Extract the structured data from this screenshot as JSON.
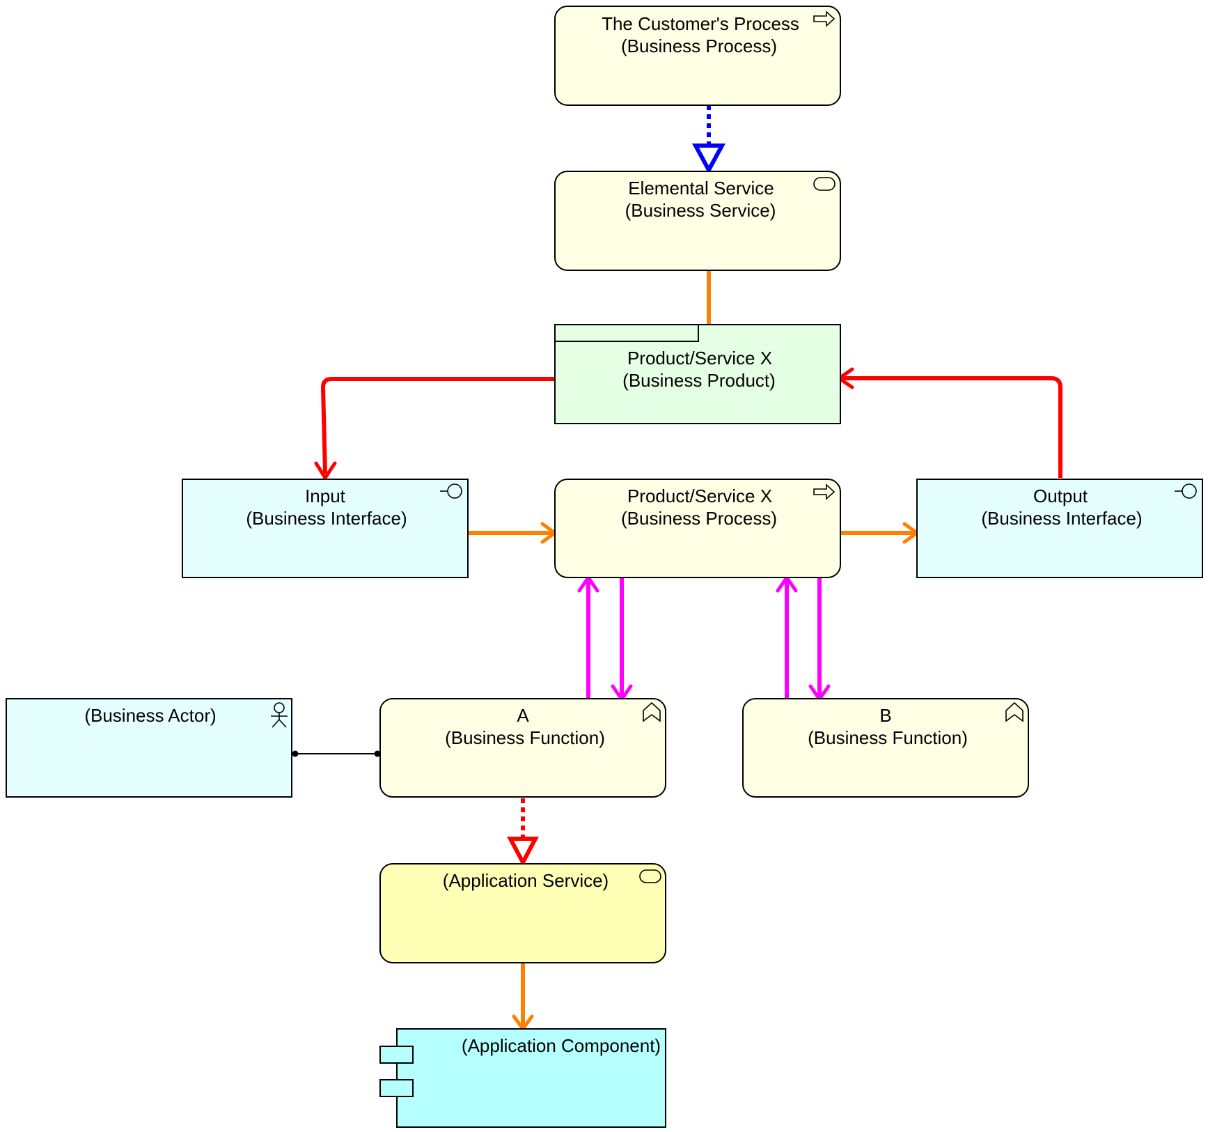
{
  "diagram": {
    "type": "ArchiMate",
    "elements": {
      "customer_process": {
        "name": "The Customer's Process",
        "type_label": "(Business Process)",
        "fill": "#FFFFE5",
        "icon": "process-arrow-icon"
      },
      "elemental_service": {
        "name": "Elemental Service",
        "type_label": "(Business Service)",
        "fill": "#FFFFE5",
        "icon": "service-pill-icon"
      },
      "product_service": {
        "name": "Product/Service X",
        "type_label": "(Business Product)",
        "fill": "#E5FFE5",
        "icon": "product-tab-icon"
      },
      "input_interface": {
        "name": "Input",
        "type_label": "(Business Interface)",
        "fill": "#E5FFFF",
        "icon": "interface-lollipop-icon"
      },
      "product_process": {
        "name": "Product/Service X",
        "type_label": "(Business Process)",
        "fill": "#FFFFE5",
        "icon": "process-arrow-icon"
      },
      "output_interface": {
        "name": "Output",
        "type_label": "(Business Interface)",
        "fill": "#E5FFFF",
        "icon": "interface-lollipop-icon"
      },
      "business_actor": {
        "name": "",
        "type_label": "(Business Actor)",
        "fill": "#E5FFFF",
        "icon": "actor-stick-figure-icon"
      },
      "function_a": {
        "name": "A",
        "type_label": "(Business Function)",
        "fill": "#FFFFE5",
        "icon": "function-chevron-icon"
      },
      "function_b": {
        "name": "B",
        "type_label": "(Business Function)",
        "fill": "#FFFFE5",
        "icon": "function-chevron-icon"
      },
      "app_service": {
        "name": "",
        "type_label": "(Application Service)",
        "fill": "#FFFFB5",
        "icon": "service-pill-icon"
      },
      "app_component": {
        "name": "",
        "type_label": "(Application Component)",
        "fill": "#B5FFFF",
        "icon": "component-icon"
      }
    },
    "relations": [
      {
        "from": "customer_process",
        "to": "elemental_service",
        "kind": "realization",
        "color": "#0000FF"
      },
      {
        "from": "elemental_service",
        "to": "product_service",
        "kind": "assignment",
        "color": "#FF7F00"
      },
      {
        "from": "product_service",
        "to": "input_interface",
        "kind": "triggering",
        "color": "#FF0000"
      },
      {
        "from": "output_interface",
        "to": "product_service",
        "kind": "triggering",
        "color": "#FF0000"
      },
      {
        "from": "input_interface",
        "to": "product_process",
        "kind": "serving",
        "color": "#FF7F00"
      },
      {
        "from": "product_process",
        "to": "output_interface",
        "kind": "serving",
        "color": "#FF7F00"
      },
      {
        "from": "function_a",
        "to": "product_process",
        "kind": "flow",
        "color": "#FF00FF"
      },
      {
        "from": "product_process",
        "to": "function_a",
        "kind": "flow",
        "color": "#FF00FF"
      },
      {
        "from": "function_b",
        "to": "product_process",
        "kind": "flow",
        "color": "#FF00FF"
      },
      {
        "from": "product_process",
        "to": "function_b",
        "kind": "flow",
        "color": "#FF00FF"
      },
      {
        "from": "business_actor",
        "to": "function_a",
        "kind": "association",
        "color": "#000000"
      },
      {
        "from": "function_a",
        "to": "app_service",
        "kind": "realization",
        "color": "#FF0000"
      },
      {
        "from": "app_service",
        "to": "app_component",
        "kind": "serving",
        "color": "#FF7F00"
      }
    ]
  }
}
